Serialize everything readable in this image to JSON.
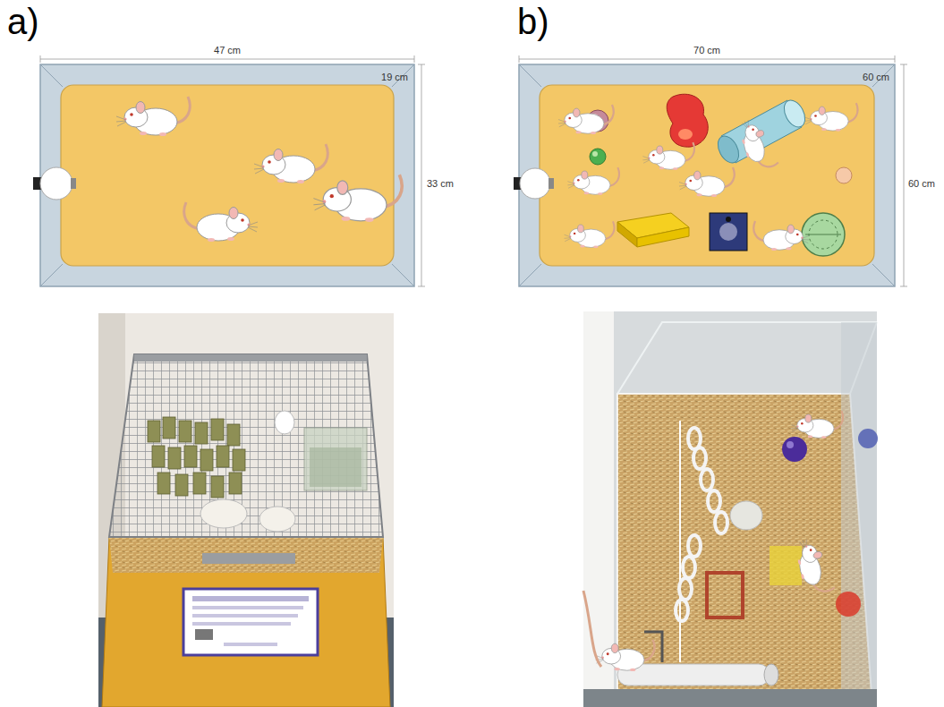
{
  "diagram": {
    "labels": [
      "a)",
      "b)",
      "47 cm",
      "19 cm",
      "33 cm",
      "70 cm",
      "60 cm",
      "60 cm"
    ]
  }
}
